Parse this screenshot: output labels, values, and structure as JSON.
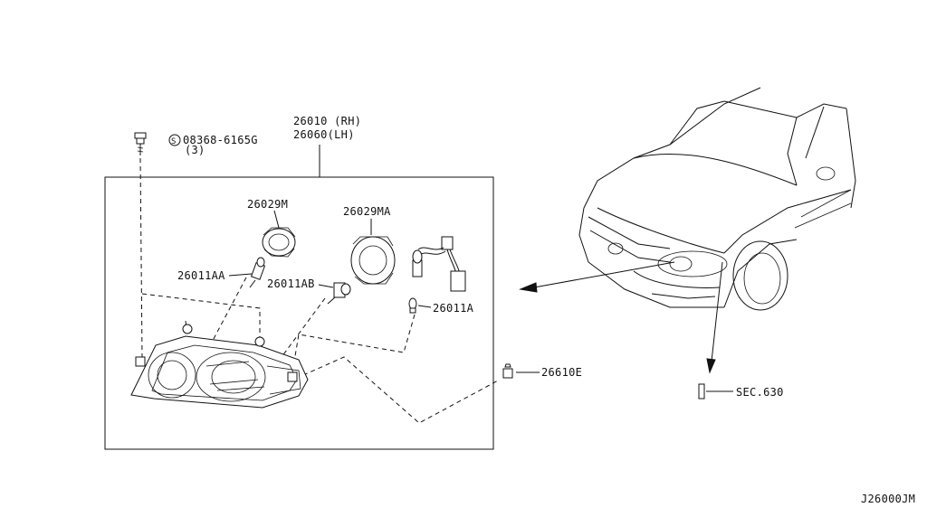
{
  "labels": {
    "headlamp_rh": "26010 (RH)",
    "headlamp_lh": "26060(LH)",
    "screw_part": "08368-6165G",
    "screw_qty": "(3)",
    "screw_symbol": "S",
    "socket_m": "26029M",
    "socket_ma": "26029MA",
    "bulb_aa": "26011AA",
    "bulb_ab": "26011AB",
    "bulb_a": "26011A",
    "clip": "26610E",
    "section_ref": "SEC.630",
    "diagram_code": "J26000JM"
  }
}
